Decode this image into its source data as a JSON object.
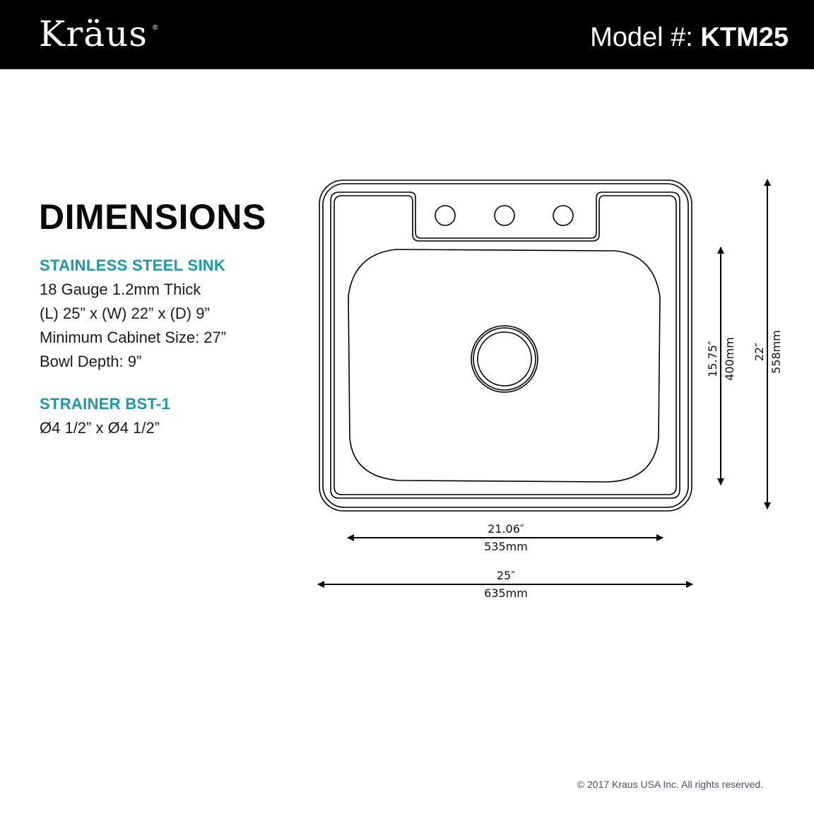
{
  "header": {
    "brand": "Kräus",
    "brand_mark": "®",
    "model_label": "Model #:",
    "model_number": "KTM25",
    "background": "#000000"
  },
  "content": {
    "title": "DIMENSIONS",
    "accent_color": "#1a9aa8",
    "sections": [
      {
        "heading": "STAINLESS STEEL SINK",
        "lines": [
          "18 Gauge 1.2mm Thick",
          "(L) 25” x (W) 22” x (D) 9”",
          "Minimum Cabinet Size: 27”",
          "Bowl Depth: 9”"
        ]
      },
      {
        "heading": "STRAINER BST-1",
        "lines": [
          "Ø4 1/2” x Ø4 1/2”"
        ]
      }
    ]
  },
  "diagram": {
    "faucet_holes": 3,
    "dimensions": {
      "bowl_width_in": "21.06″",
      "bowl_width_mm": "535mm",
      "overall_width_in": "25″",
      "overall_width_mm": "635mm",
      "bowl_length_in": "15.75″",
      "bowl_length_mm": "400mm",
      "overall_length_in": "22″",
      "overall_length_mm": "558mm"
    }
  },
  "footer": {
    "copyright": "© 2017 Kraus USA Inc. All rights reserved."
  }
}
